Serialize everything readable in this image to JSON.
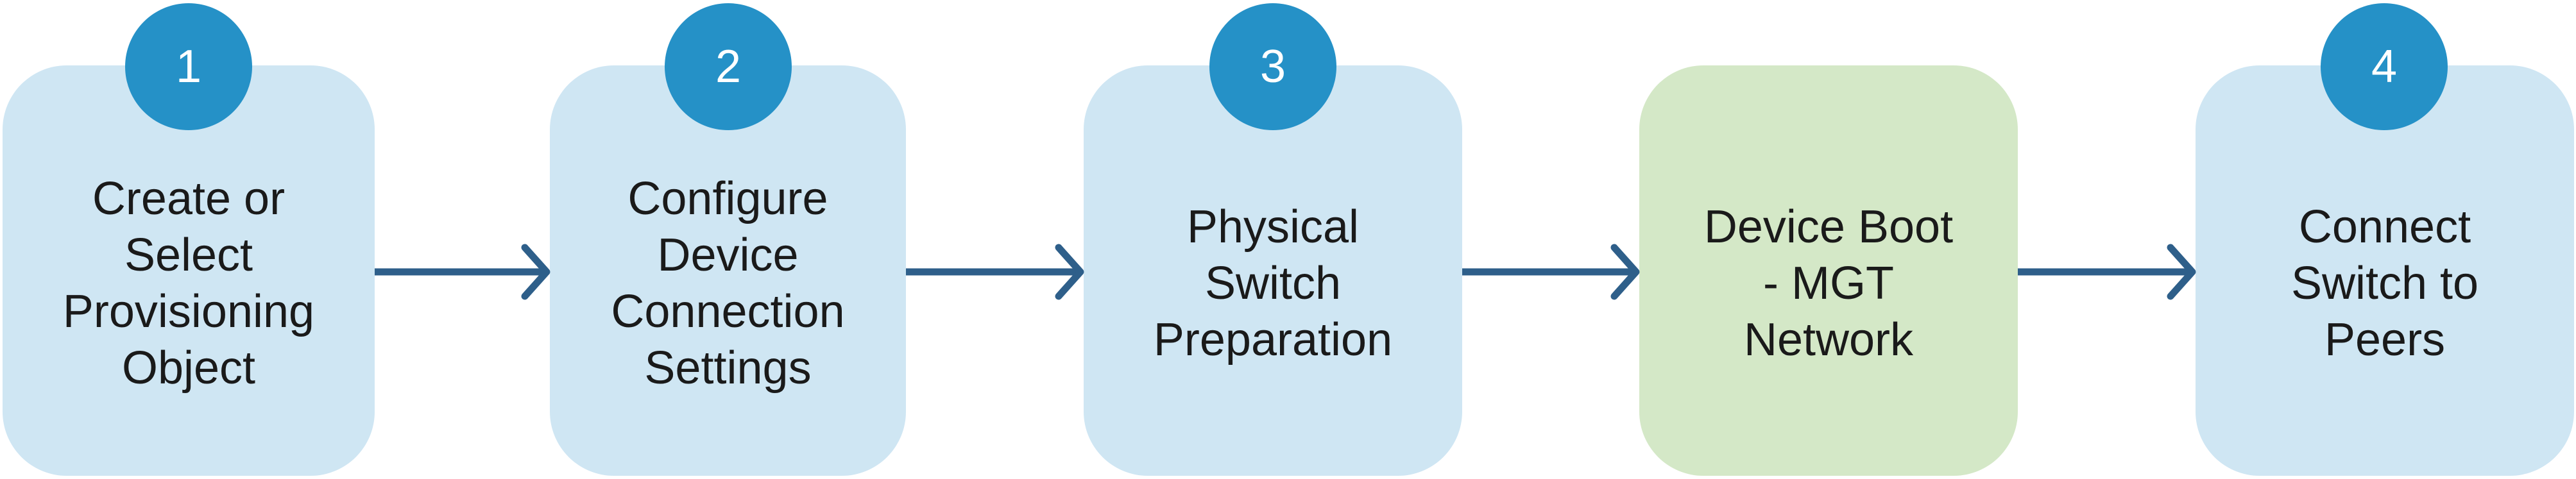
{
  "colors": {
    "step_fill": "#cfe6f3",
    "highlight_fill": "#d4e8c7",
    "badge_fill": "#2591c7",
    "arrow_color": "#2e5f8a"
  },
  "steps": [
    {
      "badge": "1",
      "label": "Create or\nSelect\nProvisioning\nObject",
      "highlight": false
    },
    {
      "badge": "2",
      "label": "Configure\nDevice\nConnection\nSettings",
      "highlight": false
    },
    {
      "badge": "3",
      "label": "Physical\nSwitch\nPreparation",
      "highlight": false
    },
    {
      "badge": "",
      "label": "Device Boot\n- MGT\nNetwork",
      "highlight": true
    },
    {
      "badge": "4",
      "label": "Connect\nSwitch to\nPeers",
      "highlight": false
    }
  ]
}
